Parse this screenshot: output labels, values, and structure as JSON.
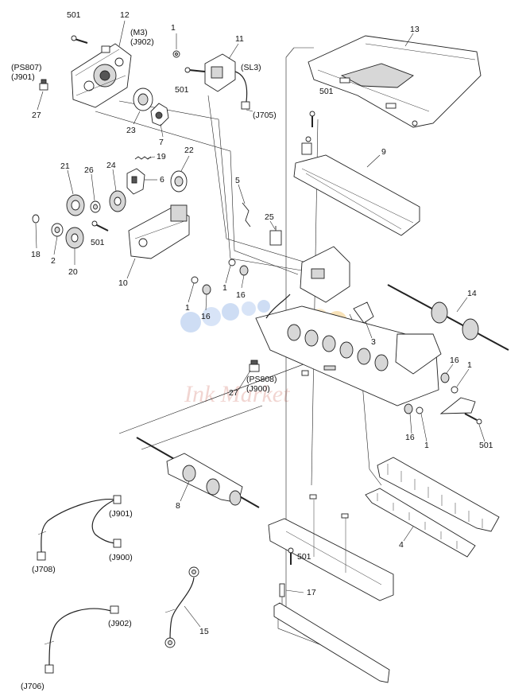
{
  "watermark": {
    "text": "Ink Market",
    "dot_colors": [
      "#b9cff0",
      "#f5d59a"
    ]
  },
  "labels": {
    "l501a": "501",
    "l12": "12",
    "l1a": "1",
    "l11": "11",
    "l13": "13",
    "lm3": "(M3)",
    "lj902a": "(J902)",
    "lps807": "(PS807)",
    "lj901a": "(J901)",
    "l501b": "501",
    "lsl3": "(SL3)",
    "l501c": "501",
    "l27a": "27",
    "l23": "23",
    "l7": "7",
    "lj705": "(J705)",
    "l9": "9",
    "l19": "19",
    "l22": "22",
    "l21": "21",
    "l26": "26",
    "l24": "24",
    "l6": "6",
    "l5": "5",
    "l25": "25",
    "l18": "18",
    "l2": "2",
    "l501d": "501",
    "l20": "20",
    "l10": "10",
    "l1b": "1",
    "l16a": "16",
    "l1c": "1",
    "l16b": "16",
    "l14": "14",
    "l3": "3",
    "l16c": "16",
    "l1d": "1",
    "lps808": "(PS808)",
    "lj900a": "(J900)",
    "l27b": "27",
    "l16d": "16",
    "l1e": "1",
    "l501e": "501",
    "l8": "8",
    "lj901b": "(J901)",
    "lj900b": "(J900)",
    "lj708": "(J708)",
    "l4": "4",
    "l501f": "501",
    "l17": "17",
    "l15": "15",
    "lj902b": "(J902)",
    "lj706": "(J706)"
  }
}
